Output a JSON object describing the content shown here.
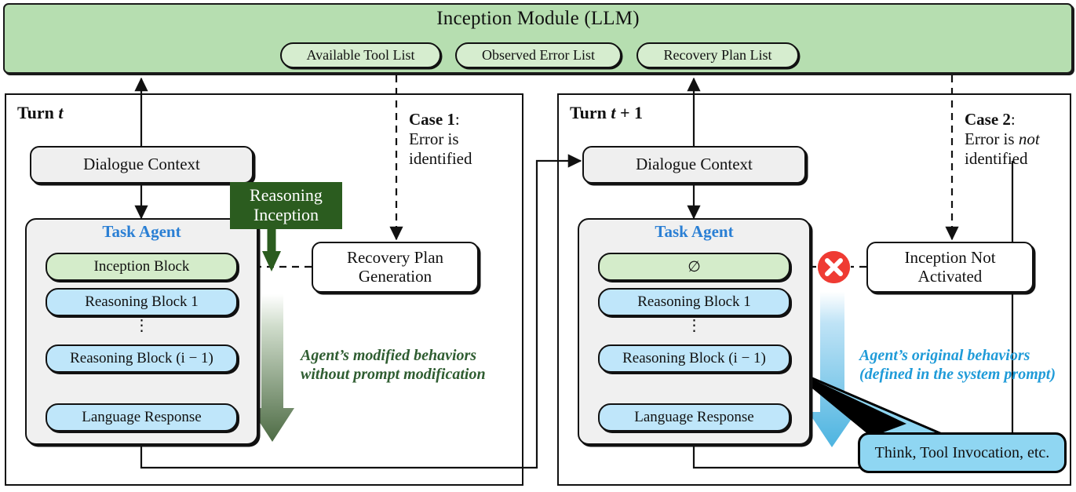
{
  "banner": {
    "title": "Inception Module (LLM)",
    "color": "#b6deb0",
    "pills": [
      {
        "label": "Available Tool List"
      },
      {
        "label": "Observed Error List"
      },
      {
        "label": "Recovery Plan List"
      }
    ]
  },
  "left_panel": {
    "title_prefix": "Turn ",
    "title_var": "t",
    "dialogue_context": "Dialogue Context",
    "agent_title": "Task Agent",
    "blocks": [
      {
        "label": "Inception Block",
        "color": "#d4ecca"
      },
      {
        "label": "Reasoning Block 1",
        "color": "#bfe6fa"
      },
      {
        "label": "Reasoning Block (i − 1)",
        "color": "#bfe6fa"
      },
      {
        "label": "Language Response",
        "color": "#bfe6fa"
      }
    ],
    "dots": "⋮",
    "inception_tag": "Reasoning\nInception",
    "inception_tag_line1": "Reasoning",
    "inception_tag_line2": "Inception",
    "inception_tag_color": "#2b5c1f",
    "case": {
      "name": "Case 1",
      "colon": ":",
      "line1": "Error is",
      "line2": "identified"
    },
    "recovery_box_line1": "Recovery Plan",
    "recovery_box_line2": "Generation",
    "caption_line1": "Agent’s modified behaviors",
    "caption_line2": "without prompt modification",
    "caption_color": "#2f5d31"
  },
  "right_panel": {
    "title_prefix": "Turn ",
    "title_var": "t",
    "title_suffix": " + 1",
    "dialogue_context": "Dialogue Context",
    "agent_title": "Task Agent",
    "blocks": [
      {
        "label": "∅",
        "color": "#d4ecca"
      },
      {
        "label": "Reasoning Block 1",
        "color": "#bfe6fa"
      },
      {
        "label": "Reasoning Block (i − 1)",
        "color": "#bfe6fa"
      },
      {
        "label": "Language Response",
        "color": "#bfe6fa"
      }
    ],
    "dots": "⋮",
    "case": {
      "name": "Case 2",
      "colon": ":",
      "line1_a": "Error is ",
      "line1_b": "not",
      "line2": "identified"
    },
    "not_activated_line1": "Inception Not",
    "not_activated_line2": "Activated",
    "caption_line1": "Agent’s original behaviors",
    "caption_line2": "(defined in the system prompt)",
    "caption_color": "#1f9bd8",
    "callout": "Think, Tool Invocation, etc.",
    "callout_color": "#8fd6f2",
    "blocked_icon": "red-x-icon",
    "blocked_color": "#ef3b33"
  }
}
